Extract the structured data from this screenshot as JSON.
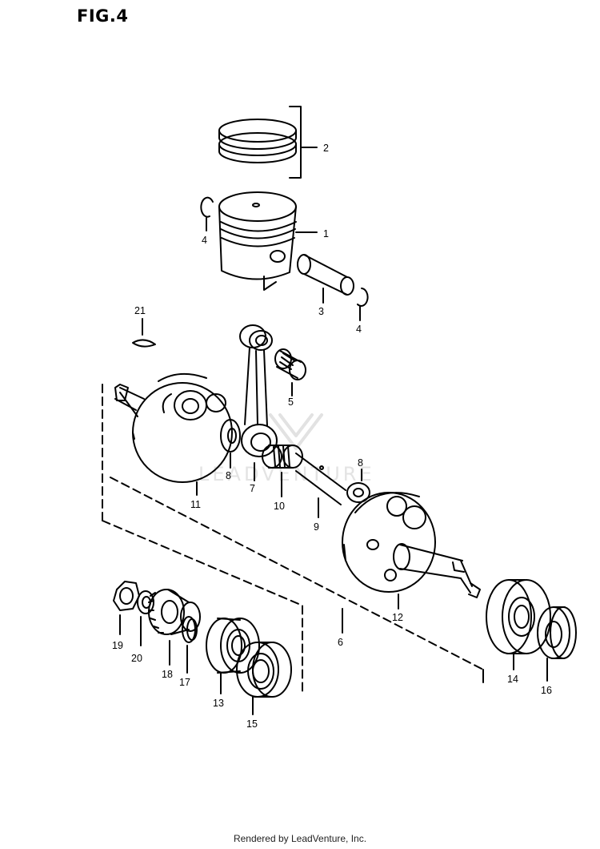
{
  "figure_title": "FIG.4",
  "watermark": "LEADVENTURE",
  "footer": "Rendered by LeadVenture, Inc.",
  "callouts": {
    "c1": "1",
    "c2": "2",
    "c3": "3",
    "c4a": "4",
    "c4b": "4",
    "c5": "5",
    "c6": "6",
    "c7": "7",
    "c8a": "8",
    "c8b": "8",
    "c9": "9",
    "c10": "10",
    "c11": "11",
    "c12": "12",
    "c13": "13",
    "c14": "14",
    "c15": "15",
    "c16": "16",
    "c17": "17",
    "c18": "18",
    "c19": "19",
    "c20": "20",
    "c21": "21"
  }
}
